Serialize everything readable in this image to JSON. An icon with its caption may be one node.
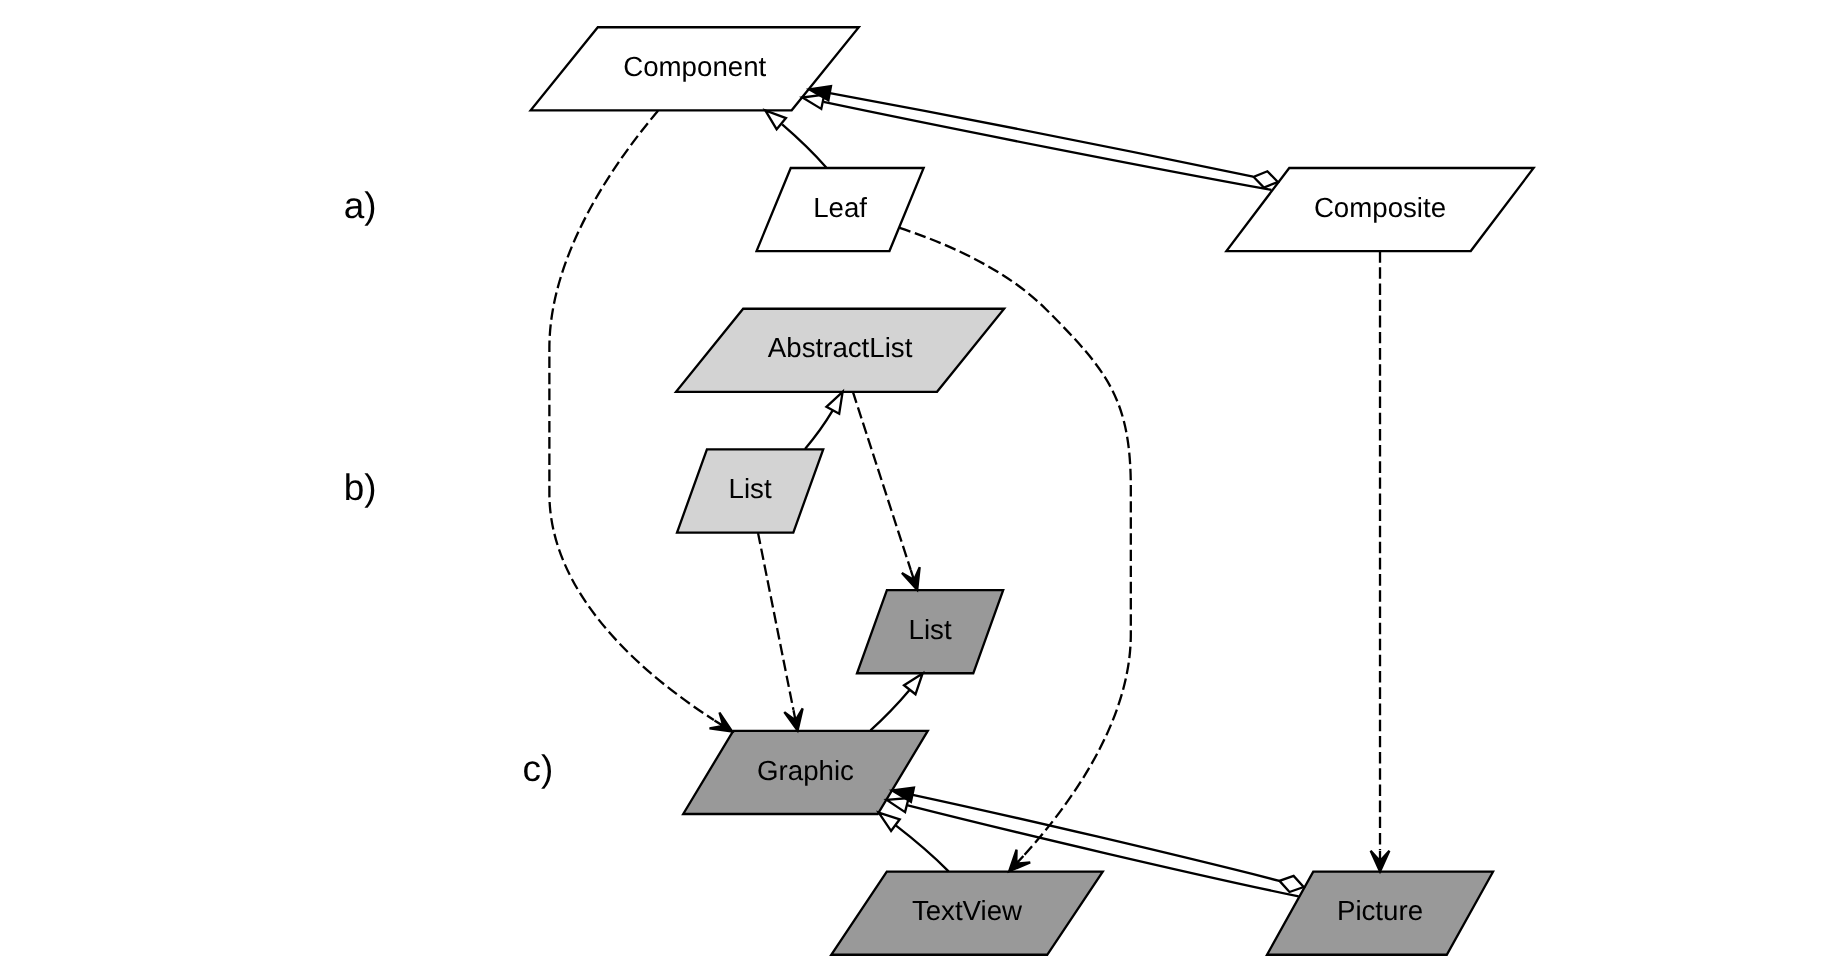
{
  "diagram": {
    "nodes": [
      {
        "text": [
          "Component"
        ]
      },
      {
        "text": [
          "Leaf"
        ]
      },
      {
        "text": [
          "Composite"
        ]
      },
      {
        "text": [
          "AbstractList"
        ]
      },
      {
        "text": [
          "List"
        ]
      },
      {
        "text": [
          "List"
        ]
      },
      {
        "text": [
          "Graphic"
        ]
      },
      {
        "text": [
          "TextView"
        ]
      },
      {
        "text": [
          "Picture"
        ]
      }
    ],
    "edges": [
      {
        "from": 1,
        "to": 0,
        "arrow": "to"
      },
      {
        "from": 2,
        "to": 0,
        "arrow": "to"
      },
      {
        "from": 2,
        "to": 0,
        "arrow": "to"
      },
      {
        "from": 4,
        "to": 3,
        "arrow": "to"
      },
      {
        "from": 6,
        "to": 5,
        "arrow": "to"
      },
      {
        "from": 7,
        "to": 6,
        "arrow": "to"
      },
      {
        "from": 8,
        "to": 6,
        "arrow": "to"
      },
      {
        "from": 8,
        "to": 6,
        "arrow": "to"
      },
      {
        "from": 1,
        "to": 7,
        "arrow": "to",
        "style": "dashed"
      },
      {
        "from": 0,
        "to": 6,
        "arrow": "to",
        "style": "dashed"
      },
      {
        "from": 4,
        "to": 6,
        "arrow": "to",
        "style": "dashed"
      },
      {
        "from": 2,
        "to": 8,
        "arrow": "to",
        "style": "dashed"
      },
      {
        "from": 3,
        "to": 5,
        "arrow": "to",
        "style": "dashed"
      }
    ],
    "labels": [
      "a)",
      "b)",
      "c)"
    ]
  }
}
